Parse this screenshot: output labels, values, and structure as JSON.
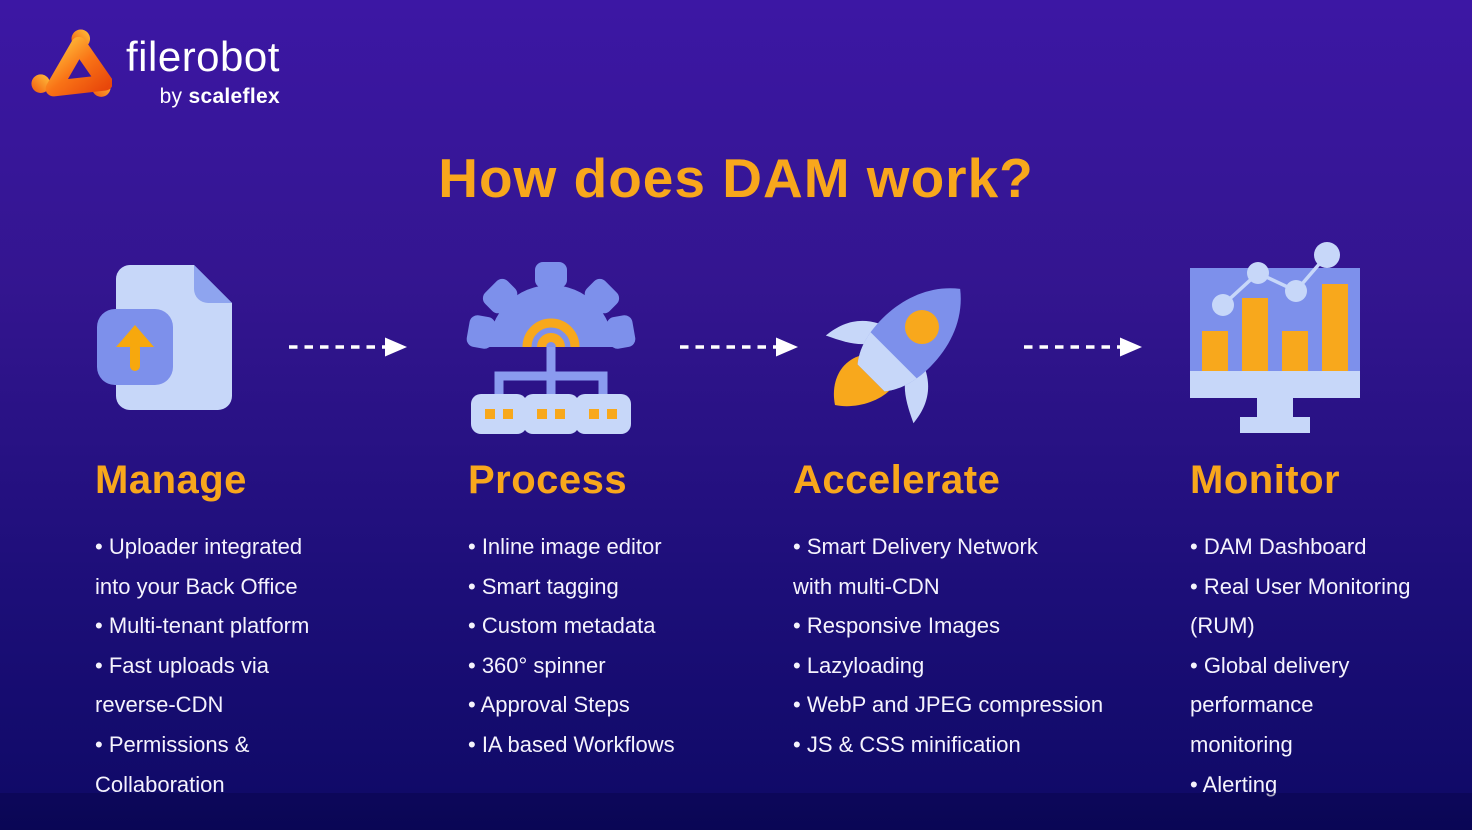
{
  "brand": {
    "name": "filerobot",
    "byline_prefix": "by",
    "byline_brand": "scaleflex"
  },
  "title": "How does DAM work?",
  "bullet": "•",
  "columns": [
    {
      "heading": "Manage",
      "icon": "upload-document-icon",
      "items": [
        "Uploader integrated\ninto your Back Office",
        "Multi-tenant platform",
        "Fast uploads via\nreverse-CDN",
        "Permissions &\nCollaboration"
      ]
    },
    {
      "heading": "Process",
      "icon": "gear-workflow-icon",
      "items": [
        "Inline image editor",
        "Smart tagging",
        "Custom metadata",
        "360° spinner",
        "Approval Steps",
        "IA based Workflows"
      ]
    },
    {
      "heading": "Accelerate",
      "icon": "rocket-icon",
      "items": [
        "Smart Delivery Network\nwith multi-CDN",
        "Responsive Images",
        "Lazyloading",
        "WebP and JPEG compression",
        "JS & CSS minification"
      ]
    },
    {
      "heading": "Monitor",
      "icon": "monitor-dashboard-icon",
      "items": [
        "DAM Dashboard",
        "Real User Monitoring\n(RUM)",
        "Global delivery\nperformance\nmonitoring",
        "Alerting"
      ]
    }
  ],
  "colors": {
    "accent_orange": "#F8A71C",
    "light_blue": "#C7D7F9",
    "mid_blue": "#7D90EB",
    "background_top": "#3C17A4",
    "background_bottom": "#0F0966",
    "text": "#FFFFFF"
  }
}
